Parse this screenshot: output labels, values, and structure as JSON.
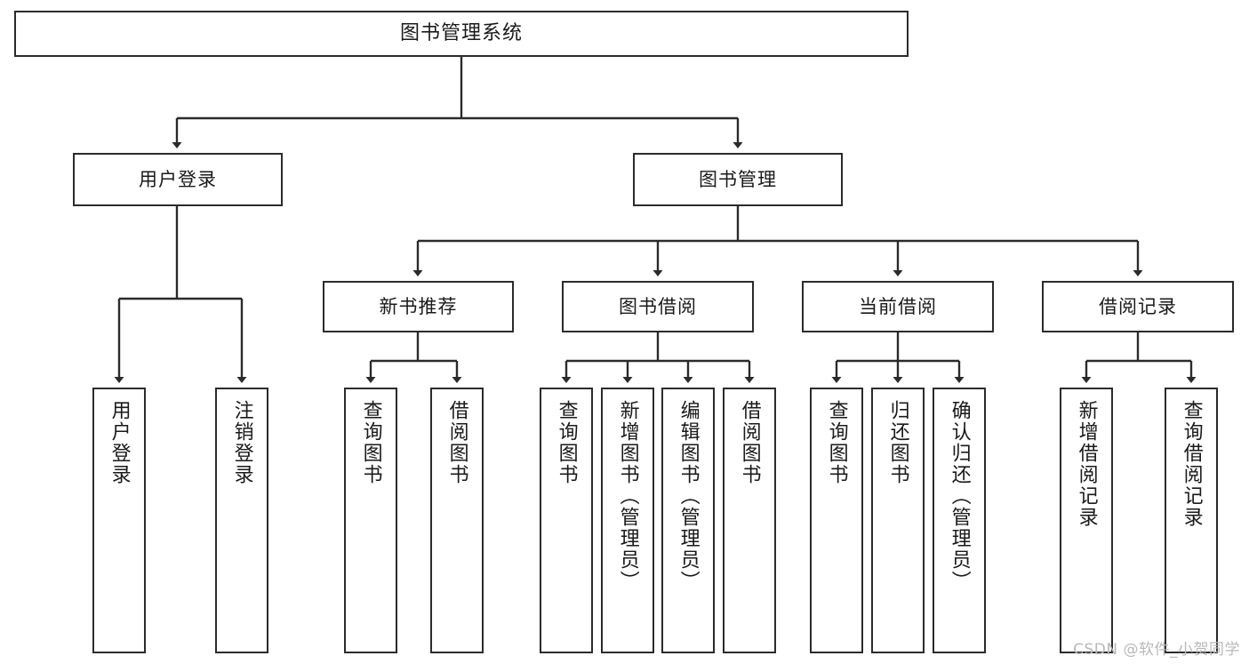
{
  "diagram": {
    "title": "图书管理系统",
    "type": "tree",
    "watermark": "CSDN @软件_小贺同学",
    "colors": {
      "stroke": "#2b2b2b",
      "fill": "#ffffff",
      "text": "#1a1a1a",
      "watermark": "#b9b9b9"
    },
    "root": {
      "label": "图书管理系统"
    },
    "level2": [
      {
        "label": "用户登录"
      },
      {
        "label": "图书管理"
      }
    ],
    "level3": [
      {
        "label": "新书推荐"
      },
      {
        "label": "图书借阅"
      },
      {
        "label": "当前借阅"
      },
      {
        "label": "借阅记录"
      }
    ],
    "leaves": {
      "user_login": [
        {
          "label": "用户登录"
        },
        {
          "label": "注销登录"
        }
      ],
      "new_books": [
        {
          "label": "查询图书"
        },
        {
          "label": "借阅图书"
        }
      ],
      "book_borrow": [
        {
          "label": "查询图书"
        },
        {
          "label": "新增图书（管理员）"
        },
        {
          "label": "编辑图书（管理员）"
        },
        {
          "label": "借阅图书"
        }
      ],
      "current_borrow": [
        {
          "label": "查询图书"
        },
        {
          "label": "归还图书"
        },
        {
          "label": "确认归还（管理员）"
        }
      ],
      "borrow_records": [
        {
          "label": "新增借阅记录"
        },
        {
          "label": "查询借阅记录"
        }
      ]
    }
  }
}
